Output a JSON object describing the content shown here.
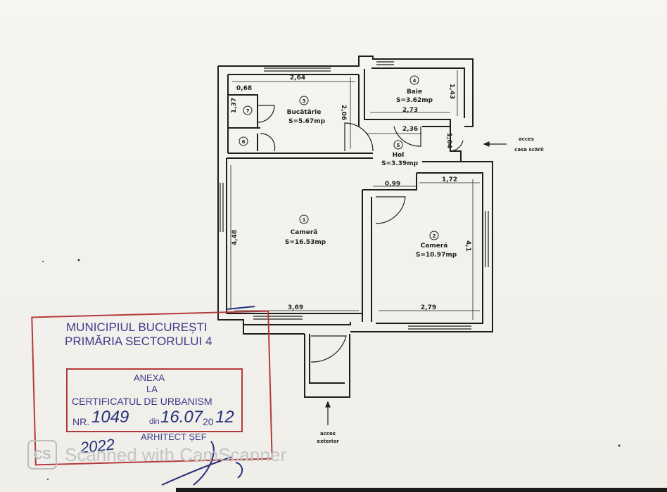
{
  "plan": {
    "rooms": [
      {
        "num": "1",
        "name": "Cameră",
        "area": "S=16.53mp"
      },
      {
        "num": "2",
        "name": "Cameră",
        "area": "S=10.97mp"
      },
      {
        "num": "3",
        "name": "Bucătărie",
        "area": "S=5.67mp"
      },
      {
        "num": "4",
        "name": "Baie",
        "area": "S=3.62mp"
      },
      {
        "num": "5",
        "name": "Hol",
        "area": "S=3.39mp"
      },
      {
        "num": "6"
      },
      {
        "num": "7"
      }
    ],
    "dimensions": {
      "d068": "0,68",
      "d264": "2,64",
      "d137": "1,37",
      "d206": "2,06",
      "d143": "1,43",
      "d273": "2,73",
      "d236": "2,36",
      "d104": "1,04",
      "d099": "0,99",
      "d172": "1,72",
      "d448": "4,48",
      "d41": "4,1",
      "d369": "3,69",
      "d279": "2,79"
    },
    "access": {
      "stairs_line1": "acces",
      "stairs_line2": "casa scării",
      "ext_line1": "acces",
      "ext_line2": "exterior"
    }
  },
  "stamp": {
    "line1": "MUNICIPIUL BUCUREȘTI",
    "line2": "PRIMĂRIA SECTORULUI 4",
    "anexa": "ANEXA",
    "la": "LA",
    "cert": "CERTIFICATUL DE URBANISM",
    "nr_label": "NR.",
    "nr_value": "1049",
    "din_label": "din",
    "date_value": "16.07",
    "year_prefix": "20",
    "year_suffix": "12",
    "arhitect": "ARHITECT ȘEF",
    "handwritten": "2022"
  },
  "watermark": {
    "logo": "CS",
    "text": "Scanned with CamScanner"
  }
}
